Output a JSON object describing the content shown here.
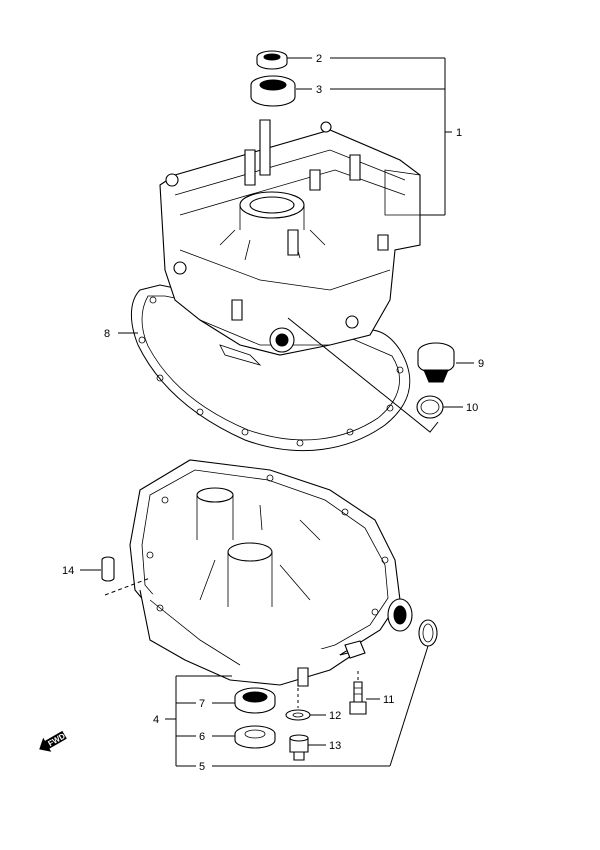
{
  "callouts": [
    {
      "id": "c1",
      "label": "1"
    },
    {
      "id": "c2",
      "label": "2"
    },
    {
      "id": "c3",
      "label": "3"
    },
    {
      "id": "c4",
      "label": "4"
    },
    {
      "id": "c5",
      "label": "5"
    },
    {
      "id": "c6",
      "label": "6"
    },
    {
      "id": "c7",
      "label": "7"
    },
    {
      "id": "c8",
      "label": "8"
    },
    {
      "id": "c9",
      "label": "9"
    },
    {
      "id": "c10",
      "label": "10"
    },
    {
      "id": "c11",
      "label": "11"
    },
    {
      "id": "c12",
      "label": "12"
    },
    {
      "id": "c13",
      "label": "13"
    },
    {
      "id": "c14",
      "label": "14"
    }
  ],
  "fwd_badge": {
    "text": "FWD",
    "icon": "forward-arrow-icon"
  }
}
